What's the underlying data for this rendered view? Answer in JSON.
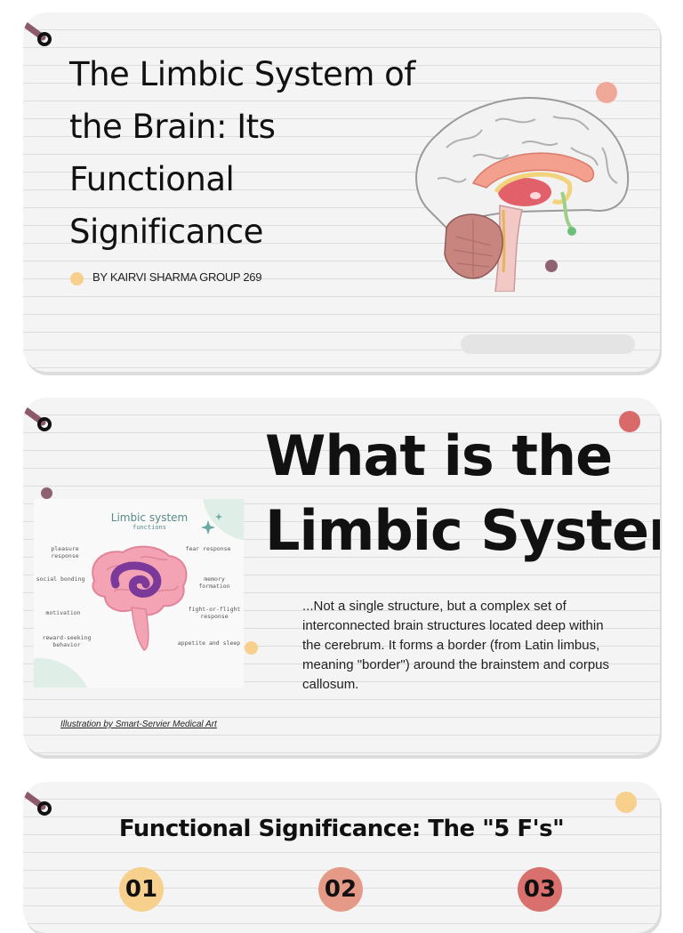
{
  "slide1": {
    "title": "The Limbic System of the Brain: Its Functional Significance",
    "byline": "BY KAIRVI SHARMA GROUP 269"
  },
  "slide2": {
    "title_line1": "What is the",
    "title_line2": "Limbic System?",
    "description": "...Not a single structure, but a complex set of interconnected brain structures located deep within the cerebrum. It forms a border (from Latin limbus, meaning \"border\") around the brainstem and corpus callosum.",
    "caption": "Illustration by Smart-Servier Medical Art",
    "infographic": {
      "title": "Limbic system",
      "subtitle": "functions",
      "labels": [
        "pleasure response",
        "fear response",
        "social bonding",
        "memory formation",
        "motivation",
        "fight-or-flight response",
        "reward-seeking behavior",
        "appetite and sleep"
      ]
    }
  },
  "slide3": {
    "title": "Functional Significance: The \"5 F's\"",
    "numbers": [
      "01",
      "02",
      "03"
    ]
  },
  "colors": {
    "pin": "#8c5a68",
    "peach": "#f0a08a",
    "salmon": "#e08f7c",
    "mauve": "#8e6270",
    "yellow": "#f6d08c",
    "rose": "#d96a6a",
    "card": "#f4f4f4"
  }
}
